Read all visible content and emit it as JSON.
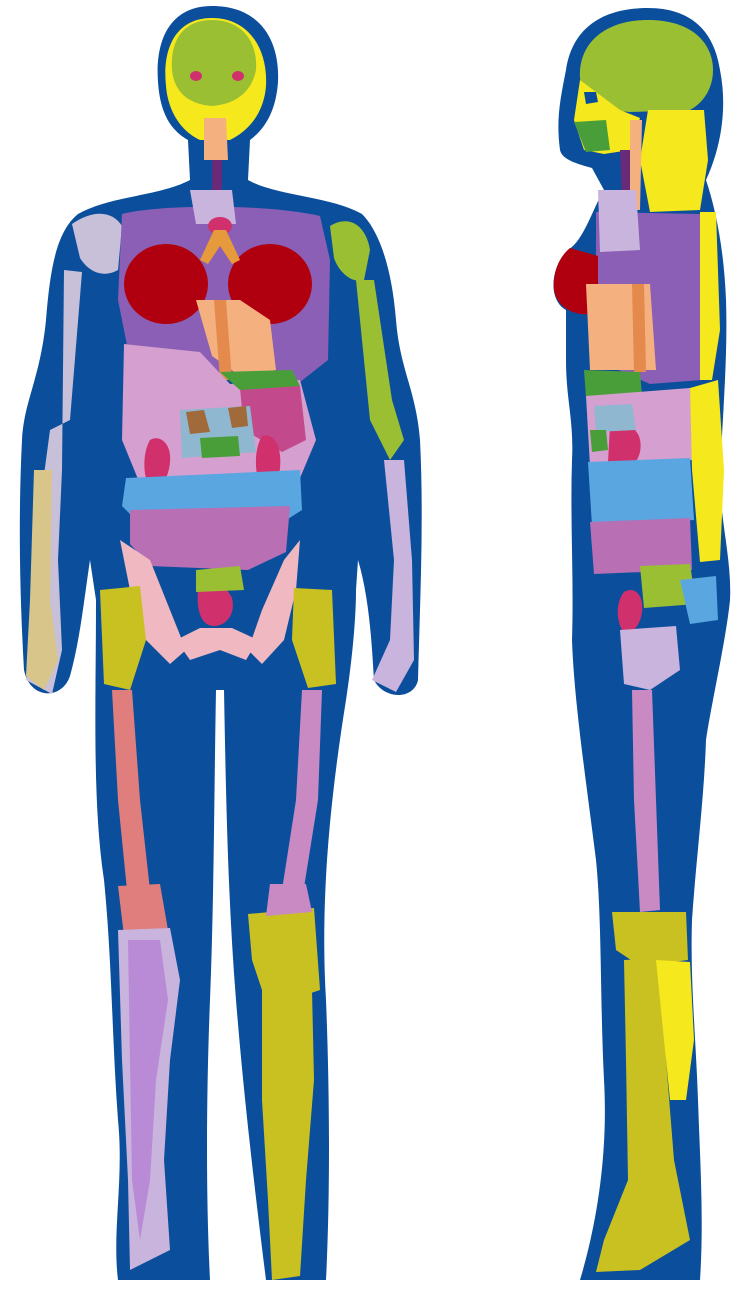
{
  "figure": {
    "views": [
      {
        "id": "front",
        "name": "front-view"
      },
      {
        "id": "side",
        "name": "side-view"
      }
    ],
    "colors": {
      "background": "#ffffff",
      "skin_fat": "#0b4f9c",
      "muscle_arm_light": "#c8c0d8",
      "bone_light_purple": "#c8b4dc",
      "lung": "#b00010",
      "torso_purple": "#8a5fb5",
      "torso_pink": "#d59fcf",
      "abdomen_blue": "#5aa6e0",
      "yellow_green": "#9bbf33",
      "olive": "#c9c122",
      "yellow": "#f5e81c",
      "magenta": "#d0306c",
      "peach": "#f4b07f",
      "salmon": "#e07d7d",
      "dark_purple": "#6a2a7a",
      "green": "#4a9e3a",
      "light_pink": "#f0b8c0",
      "lavender": "#b98ad6",
      "tan": "#d8c58a"
    }
  }
}
